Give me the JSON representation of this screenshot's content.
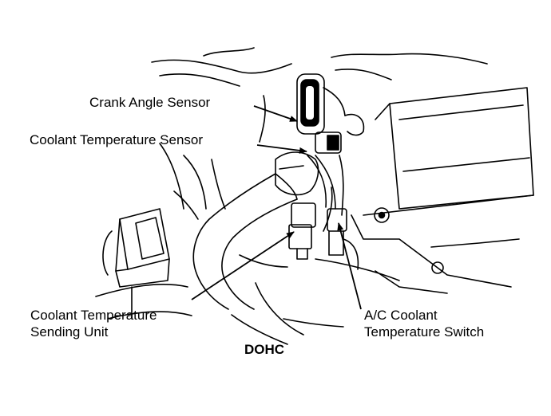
{
  "callouts": {
    "crank_angle_sensor": "Crank Angle Sensor",
    "coolant_temperature_sensor": "Coolant Temperature Sensor",
    "coolant_temperature_sending_unit": [
      "Coolant Temperature",
      "Sending Unit"
    ],
    "ac_coolant_temperature_switch": [
      "A/C Coolant",
      "Temperature Switch"
    ]
  },
  "caption": "DOHC"
}
